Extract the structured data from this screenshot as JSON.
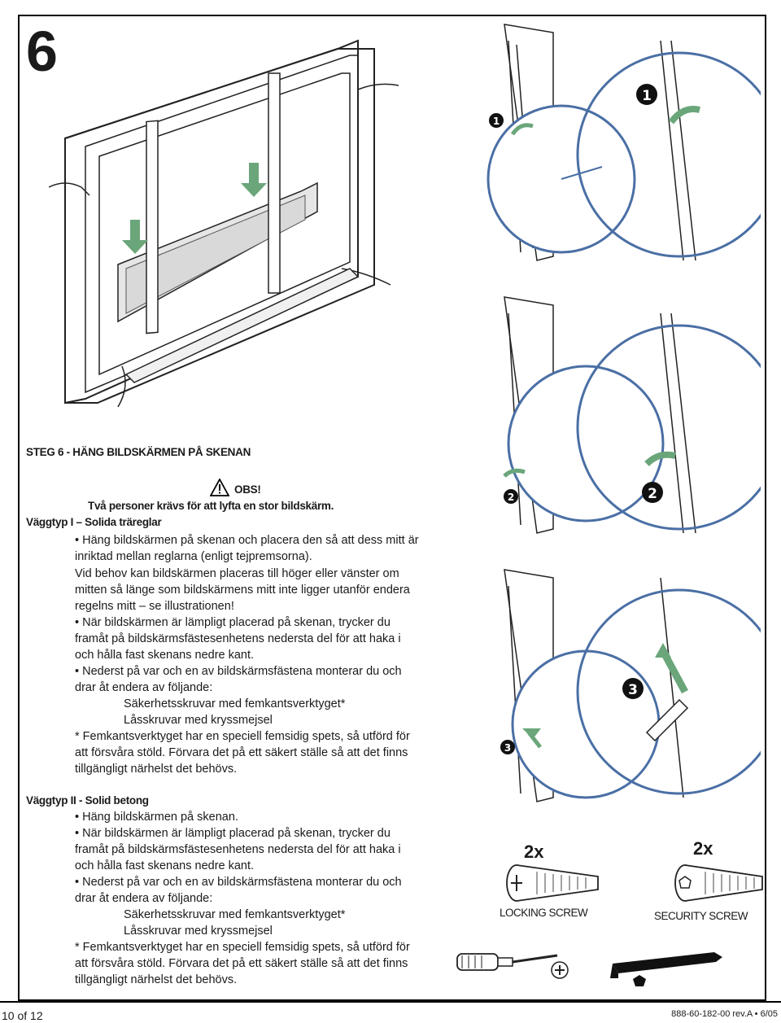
{
  "step": {
    "number": "6"
  },
  "title": "STEG 6 - HÄNG BILDSKÄRMEN PÅ SKENAN",
  "notice": {
    "heading": "OBS!",
    "line": "Två personer krävs för att lyfta en stor bildskärm."
  },
  "wall_type_1": {
    "heading": "Väggtyp I – Solida träreglar",
    "lines": [
      "• Häng bildskärmen på skenan och placera den så att dess mitt är",
      "inriktad mellan reglarna (enligt tejpremsorna).",
      "Vid behov kan bildskärmen placeras till höger eller vänster om",
      "mitten så länge som bildskärmens mitt inte ligger utanför endera",
      "regelns mitt – se illustrationen!",
      "• När bildskärmen är lämpligt placerad på skenan, trycker du",
      "framåt på bildskärmsfästesenhetens nedersta del för att haka i",
      "och hålla fast skenans nedre kant.",
      "• Nederst på var och en av bildskärmsfästena monterar du och",
      "drar åt endera av följande:"
    ],
    "options": [
      "Säkerhetsskruvar med femkantsverktyget*",
      "Låsskruvar med kryssmejsel"
    ],
    "footnote": [
      "* Femkantsverktyget har en speciell femsidig spets, så utförd för",
      "att försvåra stöld. Förvara det på ett säkert ställe så att det finns",
      "tillgängligt närhelst det behövs."
    ]
  },
  "wall_type_2": {
    "heading": "Väggtyp II - Solid betong",
    "lines": [
      "• Häng bildskärmen på skenan.",
      "• När bildskärmen är lämpligt placerad på skenan, trycker du",
      "framåt på bildskärmsfästesenhetens nedersta del för att haka i",
      "och hålla fast skenans nedre kant.",
      "• Nederst på var och en av bildskärmsfästena monterar du och",
      "drar åt endera av följande:"
    ],
    "options": [
      "Säkerhetsskruvar med femkantsverktyget*",
      "Låsskruvar med kryssmejsel"
    ],
    "footnote": [
      "* Femkantsverktyget har en speciell femsidig spets, så utförd för",
      "att försvåra stöld. Förvara det på ett säkert ställe så att det finns",
      "tillgängligt närhelst det behövs."
    ]
  },
  "parts": {
    "locking": {
      "qty": "2x",
      "label": "LOCKING SCREW"
    },
    "security": {
      "qty": "2x",
      "label": "SECURITY SCREW"
    }
  },
  "callouts": [
    "1",
    "2",
    "3"
  ],
  "footer": {
    "page": "10 of 12",
    "doc": "888-60-182-00 rev.A • 6/05"
  },
  "colors": {
    "frame_blue": "#4a6fa5",
    "arrow_green": "#6aa67a",
    "ink": "#1a1a1a"
  }
}
